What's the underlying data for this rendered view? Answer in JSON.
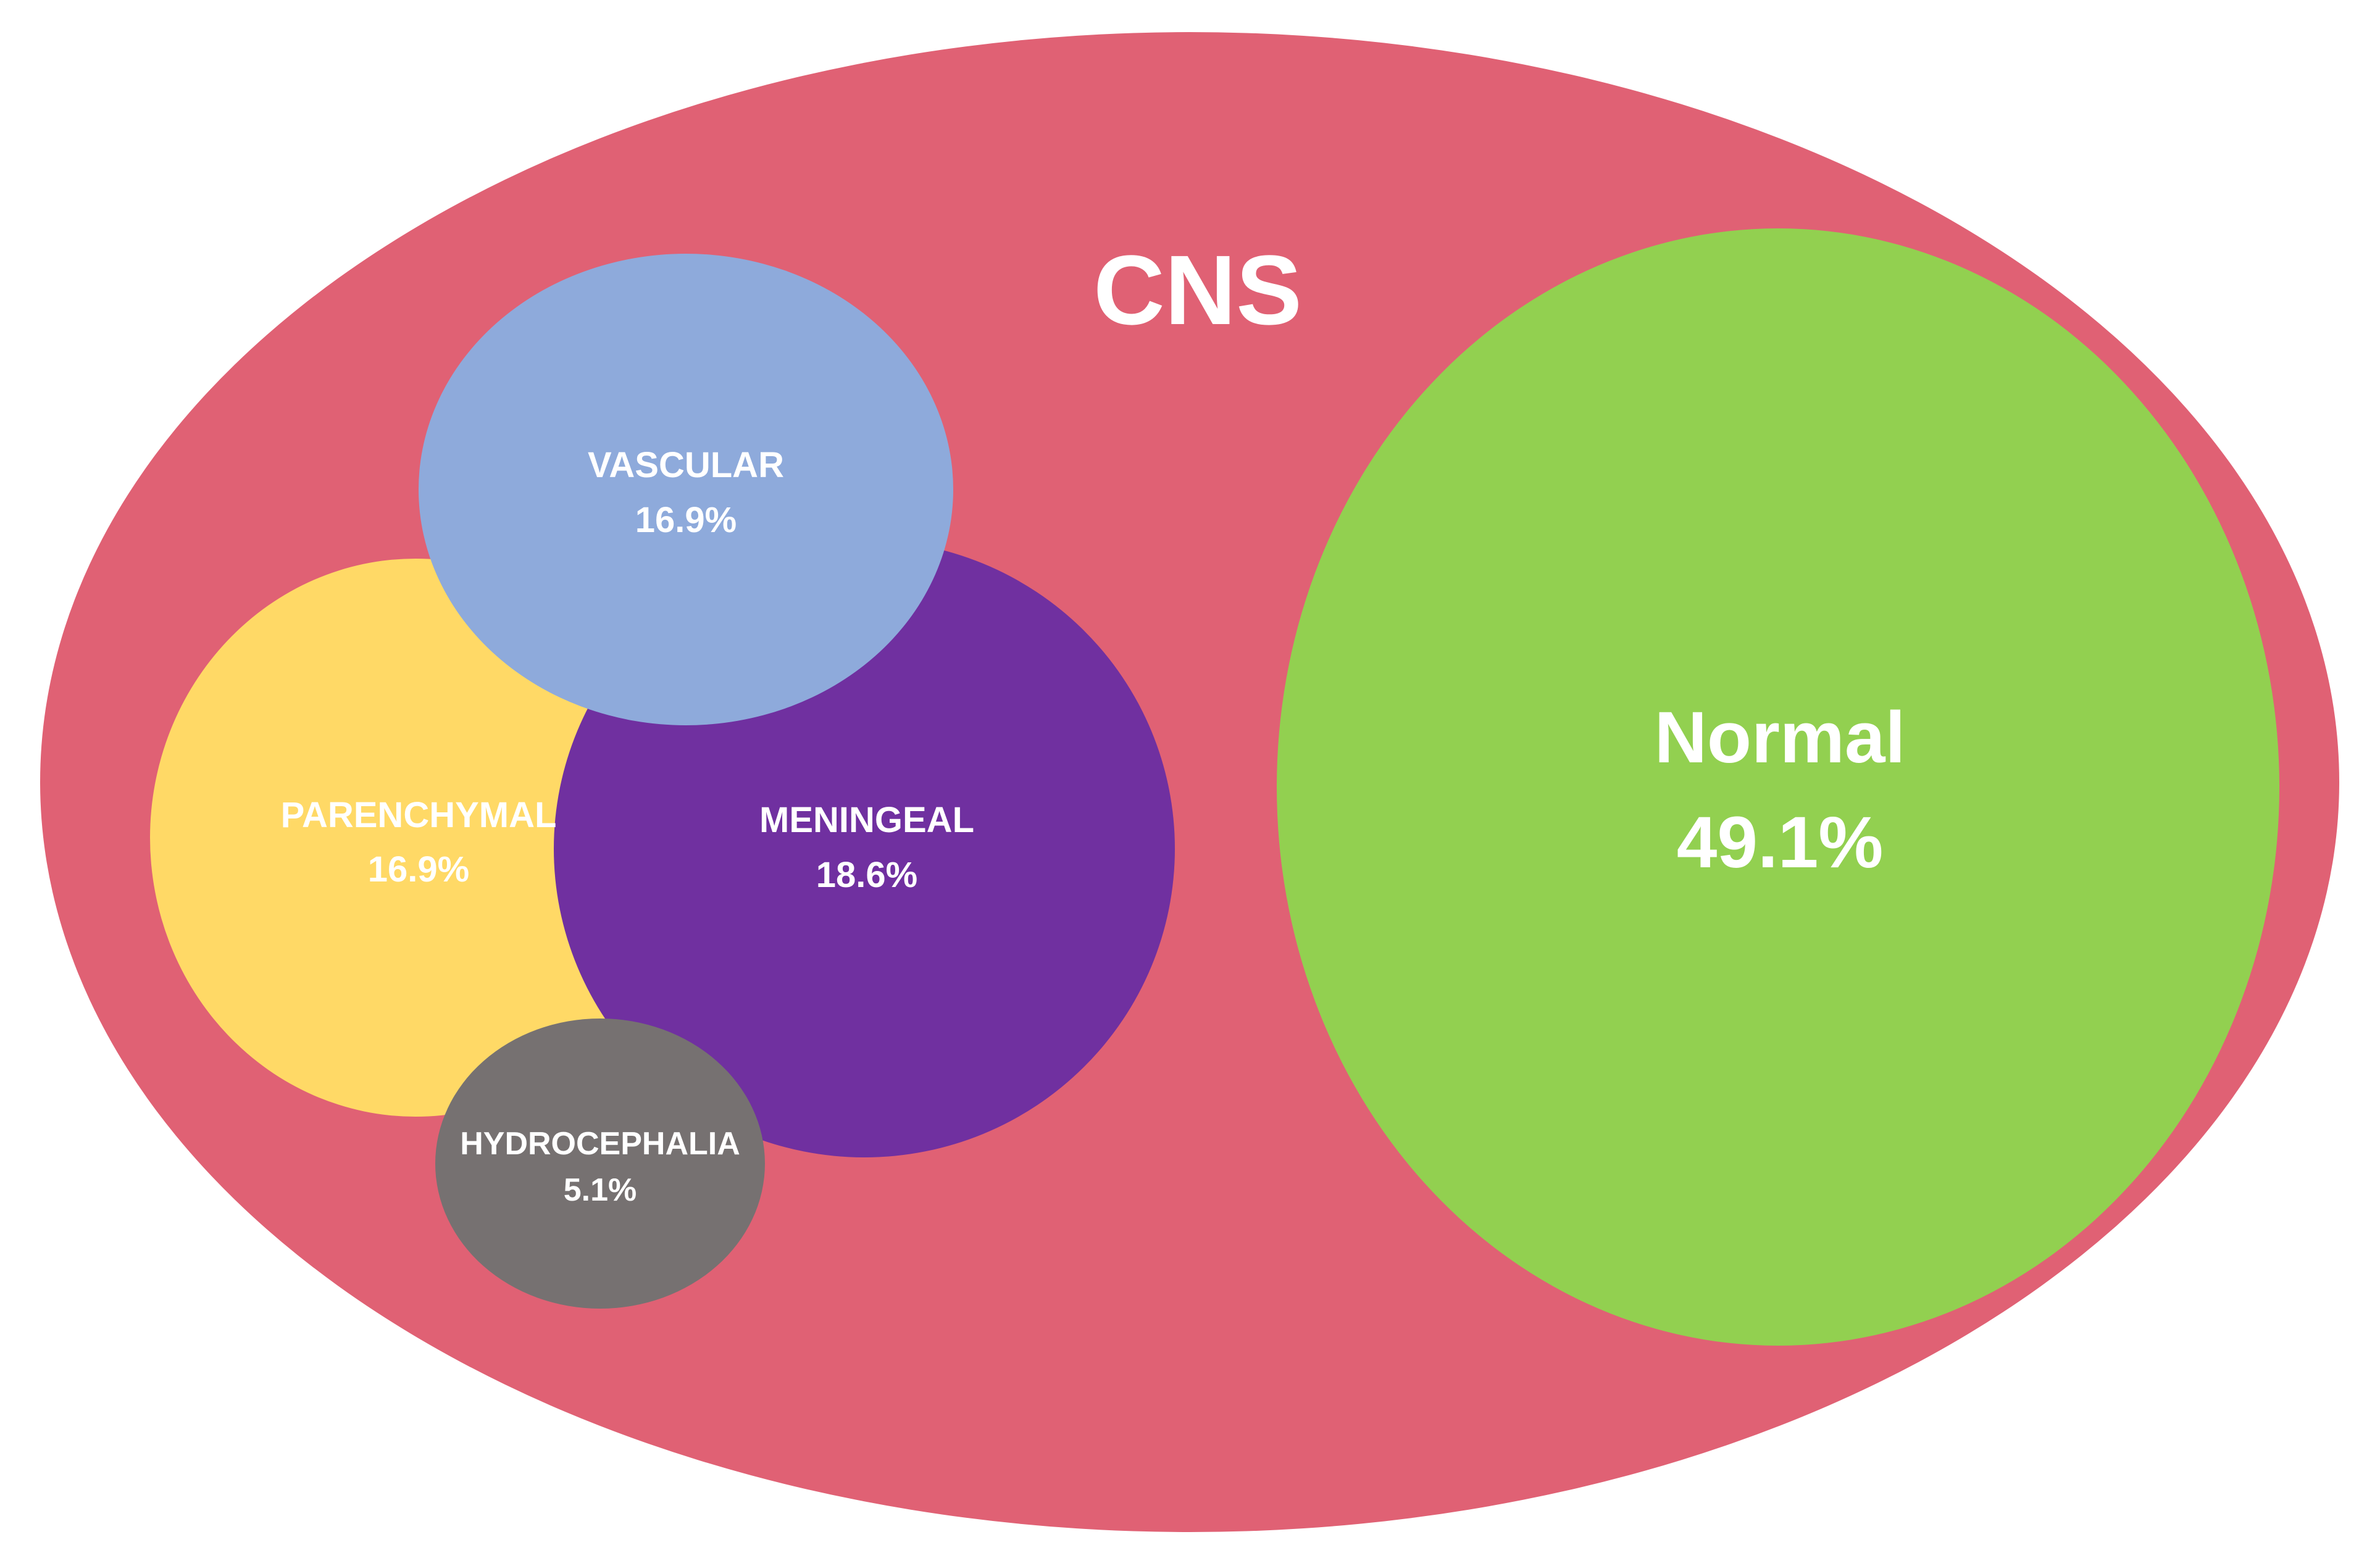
{
  "colors": {
    "background": "#ffffff",
    "cns": "#e06174",
    "normal": "#92d050",
    "vascular": "#8eaadb",
    "parenchymal": "#ffd966",
    "meningeal": "#7030a0",
    "hydrocephalia": "#767171",
    "text": "#ffffff"
  },
  "diagram": {
    "title": "CNS",
    "normal": {
      "label": "Normal",
      "value": "49.1%"
    },
    "vascular": {
      "label": "VASCULAR",
      "value": "16.9%"
    },
    "parenchymal": {
      "label": "PARENCHYMAL",
      "value": "16.9%"
    },
    "meningeal": {
      "label": "MENINGEAL",
      "value": "18.6%"
    },
    "hydrocephalia": {
      "label": "HYDROCEPHALIA",
      "value": "5.1%"
    }
  }
}
